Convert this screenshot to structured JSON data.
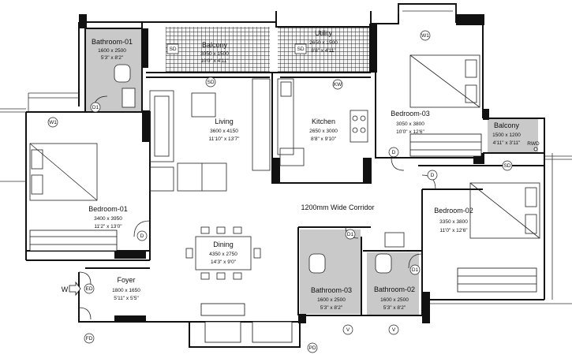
{
  "rooms": {
    "bathroom01": {
      "name": "Bathroom-01",
      "size": "1600 x 2500",
      "imperial": "5'3\" x 8'2\""
    },
    "balcony1": {
      "name": "Balcony",
      "size": "3050 x 1500",
      "imperial": "10'0\" x 4'11\""
    },
    "utility": {
      "name": "Utility",
      "size": "2650 x 1500",
      "imperial": "8'8\" x 4'11\""
    },
    "living": {
      "name": "Living",
      "size": "3600 x 4150",
      "imperial": "11'10\" x 13'7\""
    },
    "kitchen": {
      "name": "Kitchen",
      "size": "2650 x 3000",
      "imperial": "8'8\" x 9'10\""
    },
    "bedroom03": {
      "name": "Bedroom-03",
      "size": "3050 x 3800",
      "imperial": "10'0\" x 12'6\""
    },
    "balcony2": {
      "name": "Balcony",
      "size": "1500 x 1200",
      "imperial": "4'11\" x 3'11\""
    },
    "bedroom01": {
      "name": "Bedroom-01",
      "size": "3400 x 3950",
      "imperial": "11'2\" x 13'0\""
    },
    "bedroom02": {
      "name": "Bedroom-02",
      "size": "3350 x 3800",
      "imperial": "11'0\" x 12'6\""
    },
    "dining": {
      "name": "Dining",
      "size": "4350 x 2750",
      "imperial": "14'3\" x 9'0\""
    },
    "foyer": {
      "name": "Foyer",
      "size": "1800 x 1650",
      "imperial": "5'11\" x 5'5\""
    },
    "bathroom03": {
      "name": "Bathroom-03",
      "size": "1600 x 2500",
      "imperial": "5'3\" x 8'2\""
    },
    "bathroom02": {
      "name": "Bathroom-02",
      "size": "1600 x 2500",
      "imperial": "5'3\" x 8'2\""
    }
  },
  "corridor_label": "1200mm Wide Corridor",
  "tags": {
    "d1": "D1",
    "d": "D",
    "sd": "SD",
    "w1": "W1",
    "kw": "KW",
    "fd": "FD",
    "ed": "ED",
    "pd": "PD",
    "v": "V",
    "w": "W",
    "rwd": "RWD"
  },
  "colors": {
    "wet_area": "#c9c9c9",
    "wall": "#111111",
    "balcony_grid": "#2a2a2a"
  }
}
